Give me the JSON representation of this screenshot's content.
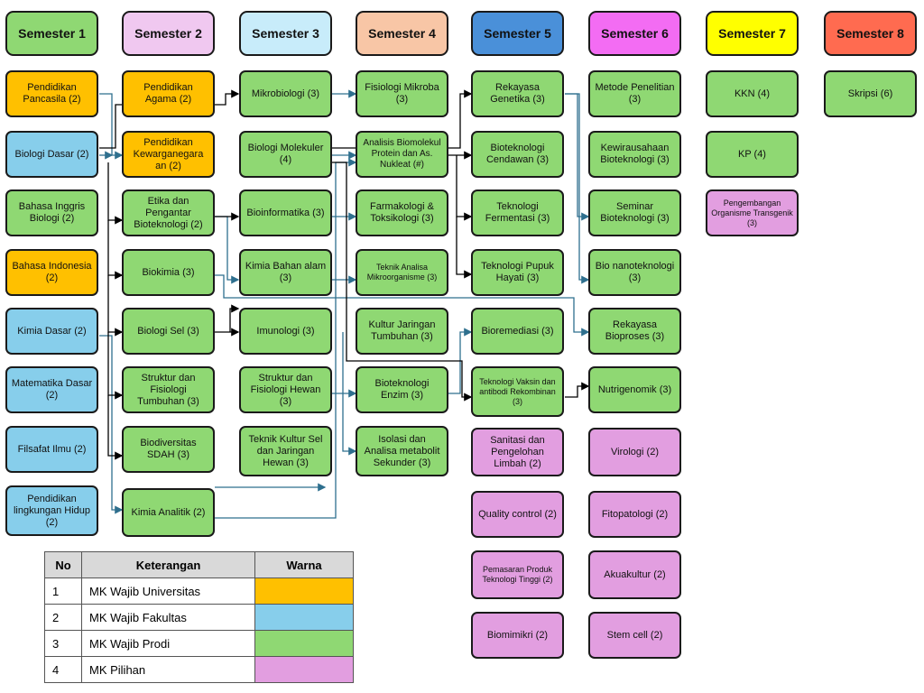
{
  "semesters": [
    "Semester 1",
    "Semester 2",
    "Semester 3",
    "Semester 4",
    "Semester 5",
    "Semester 6",
    "Semester 7",
    "Semester 8"
  ],
  "courses": {
    "s1": [
      "Pendidikan Pancasila (2)",
      "Biologi Dasar (2)",
      "Bahasa Inggris Biologi (2)",
      "Bahasa Indonesia (2)",
      "Kimia Dasar (2)",
      "Matematika Dasar (2)",
      "Filsafat Ilmu (2)",
      "Pendidikan lingkungan Hidup (2)"
    ],
    "s2": [
      "Pendidikan Agama (2)",
      "Pendidikan Kewarganegara an (2)",
      "Etika dan Pengantar Bioteknologi (2)",
      "Biokimia (3)",
      "Biologi Sel (3)",
      "Struktur dan Fisiologi Tumbuhan (3)",
      "Biodiversitas SDAH (3)",
      "Kimia Analitik (2)"
    ],
    "s3": [
      "Mikrobiologi (3)",
      "Biologi Molekuler (4)",
      "Bioinformatika (3)",
      "Kimia Bahan alam (3)",
      "Imunologi (3)",
      "Struktur dan Fisiologi Hewan (3)",
      "Teknik Kultur Sel dan Jaringan Hewan (3)"
    ],
    "s4": [
      "Fisiologi Mikroba (3)",
      "Analisis Biomolekul Protein dan As. Nukleat (#)",
      "Farmakologi & Toksikologi (3)",
      "Teknik Analisa Mikroorganisme (3)",
      "Kultur Jaringan Tumbuhan (3)",
      "Bioteknologi Enzim (3)",
      "Isolasi dan Analisa metabolit Sekunder (3)"
    ],
    "s5": [
      "Rekayasa Genetika (3)",
      "Bioteknologi Cendawan (3)",
      "Teknologi Fermentasi (3)",
      "Teknologi Pupuk Hayati (3)",
      "Bioremediasi (3)",
      "Teknologi Vaksin dan antibodi Rekombinan (3)",
      "Sanitasi dan Pengelohan Limbah (2)",
      "Quality control (2)",
      "Pemasaran Produk Teknologi Tinggi (2)",
      "Biomimikri (2)"
    ],
    "s6": [
      "Metode Penelitian (3)",
      "Kewirausahaan Bioteknologi (3)",
      "Seminar Bioteknologi (3)",
      "Bio nanoteknologi (3)",
      "Rekayasa Bioproses (3)",
      "Nutrigenomik (3)",
      "Virologi (2)",
      "Fitopatologi (2)",
      "Akuakultur (2)",
      "Stem cell (2)"
    ],
    "s7": [
      "KKN (4)",
      "KP (4)",
      "Pengembangan Organisme Transgenik (3)"
    ],
    "s8": [
      "Skripsi (6)"
    ]
  },
  "legend": {
    "headers": [
      "No",
      "Keterangan",
      "Warna"
    ],
    "rows": [
      {
        "no": "1",
        "label": "MK Wajib Universitas",
        "color": "#ffc000"
      },
      {
        "no": "2",
        "label": "MK Wajib Fakultas",
        "color": "#87ceeb"
      },
      {
        "no": "3",
        "label": "MK Wajib Prodi",
        "color": "#8fd873"
      },
      {
        "no": "4",
        "label": "MK Pilihan",
        "color": "#e29ee0"
      }
    ]
  },
  "colors": {
    "header_s1": "#8fd873",
    "header_s2": "#f0c8f0",
    "header_s3": "#c8ecfa",
    "header_s4": "#f8c6a6",
    "header_s5": "#4a90d9",
    "header_s6": "#f36cf3",
    "header_s7": "#ffff00",
    "header_s8": "#ff6b50",
    "arrow_black": "#000000",
    "arrow_blue": "#2e6f8e"
  }
}
